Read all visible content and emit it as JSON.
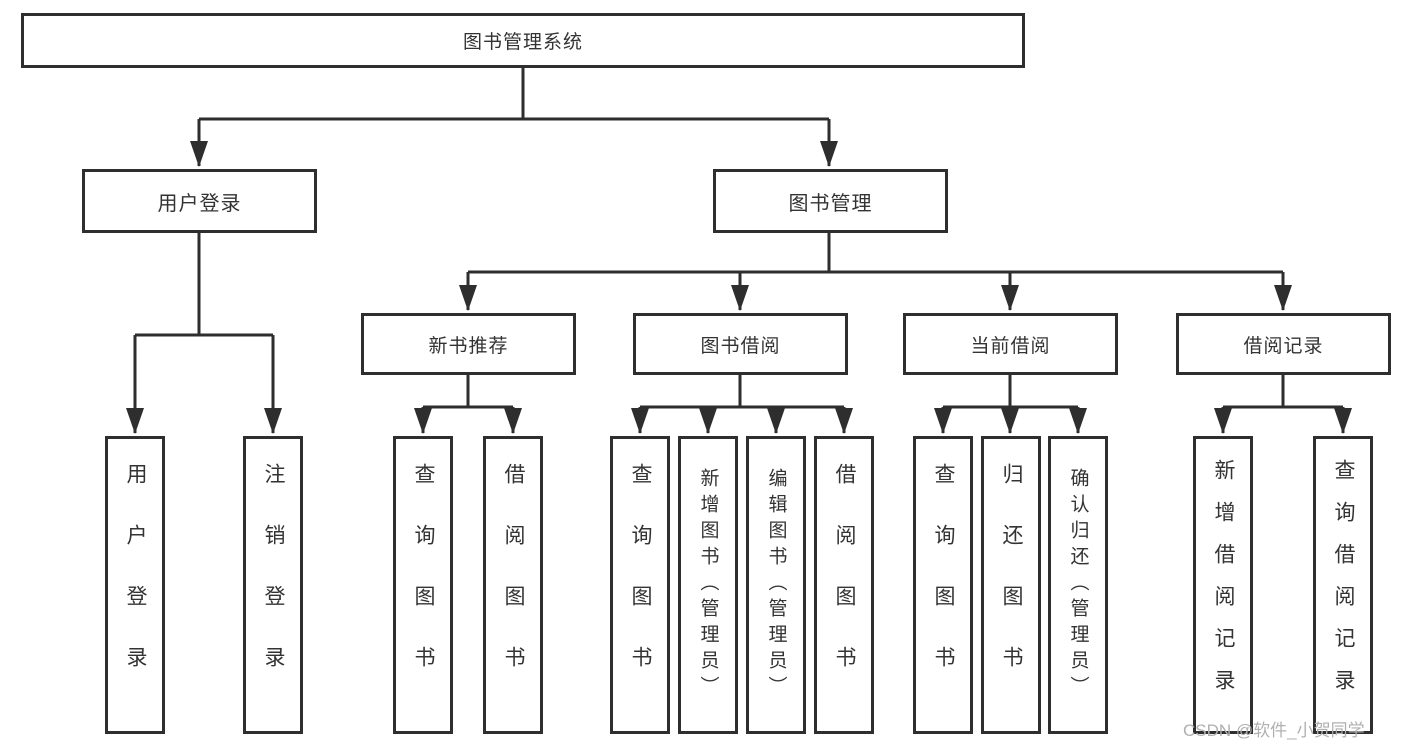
{
  "diagram": {
    "root": {
      "label": "图书管理系统"
    },
    "level2": [
      {
        "label": "用户登录"
      },
      {
        "label": "图书管理"
      }
    ],
    "level3": [
      {
        "label": "新书推荐"
      },
      {
        "label": "图书借阅"
      },
      {
        "label": "当前借阅"
      },
      {
        "label": "借阅记录"
      }
    ],
    "leaves": {
      "user_login": [
        "用户登录",
        "注销登录"
      ],
      "new_book": [
        "查询图书",
        "借阅图书"
      ],
      "book_borrow": [
        "查询图书",
        "新增图书（管理员）",
        "编辑图书（管理员）",
        "借阅图书"
      ],
      "current_borrow": [
        "查询图书",
        "归还图书",
        "确认归还（管理员）"
      ],
      "borrow_records": [
        "新增借阅记录",
        "查询借阅记录"
      ]
    }
  },
  "watermark": {
    "text": "CSDN @软件_小贺同学",
    "color": "#b0b0b0"
  },
  "colors": {
    "line": "#2e2e2e",
    "box_border": "#2e2e2e",
    "text": "#333333",
    "background": "#ffffff"
  }
}
